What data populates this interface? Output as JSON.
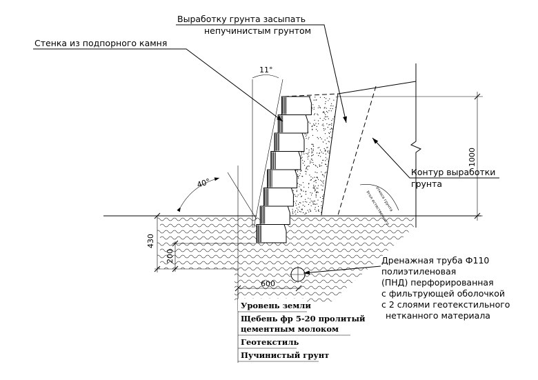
{
  "labels": {
    "fill_line1": "Выработку грунта засыпать",
    "fill_line2": "непучинистым грунтом",
    "wall": "Стенка из подпорного камня",
    "contour_line1": "Контур выработки",
    "contour_line2": "грунта",
    "drain_line1": "Дренажная труба Ф110",
    "drain_line2": "полиэтиленовая",
    "drain_line3": "(ПНД) перфорированная",
    "drain_line4": "с фильтрующей оболочкой",
    "drain_line5": "с 2 слоями геотекстильного",
    "drain_line6": "нетканного материала",
    "slope_note_1": "Угол естественного",
    "slope_note_2": "откоса грунта"
  },
  "dimensions": {
    "angle_top": "11°",
    "angle_left": "40°",
    "height_total": "1000",
    "depth_430": "430",
    "depth_200": "200",
    "width_600": "600"
  },
  "legend": {
    "rows": [
      "Уровень земли",
      "Щебень фр 5-20 пролитый",
      "цементным молоком",
      "Геотекстиль",
      "Пучинистый грунт"
    ]
  }
}
